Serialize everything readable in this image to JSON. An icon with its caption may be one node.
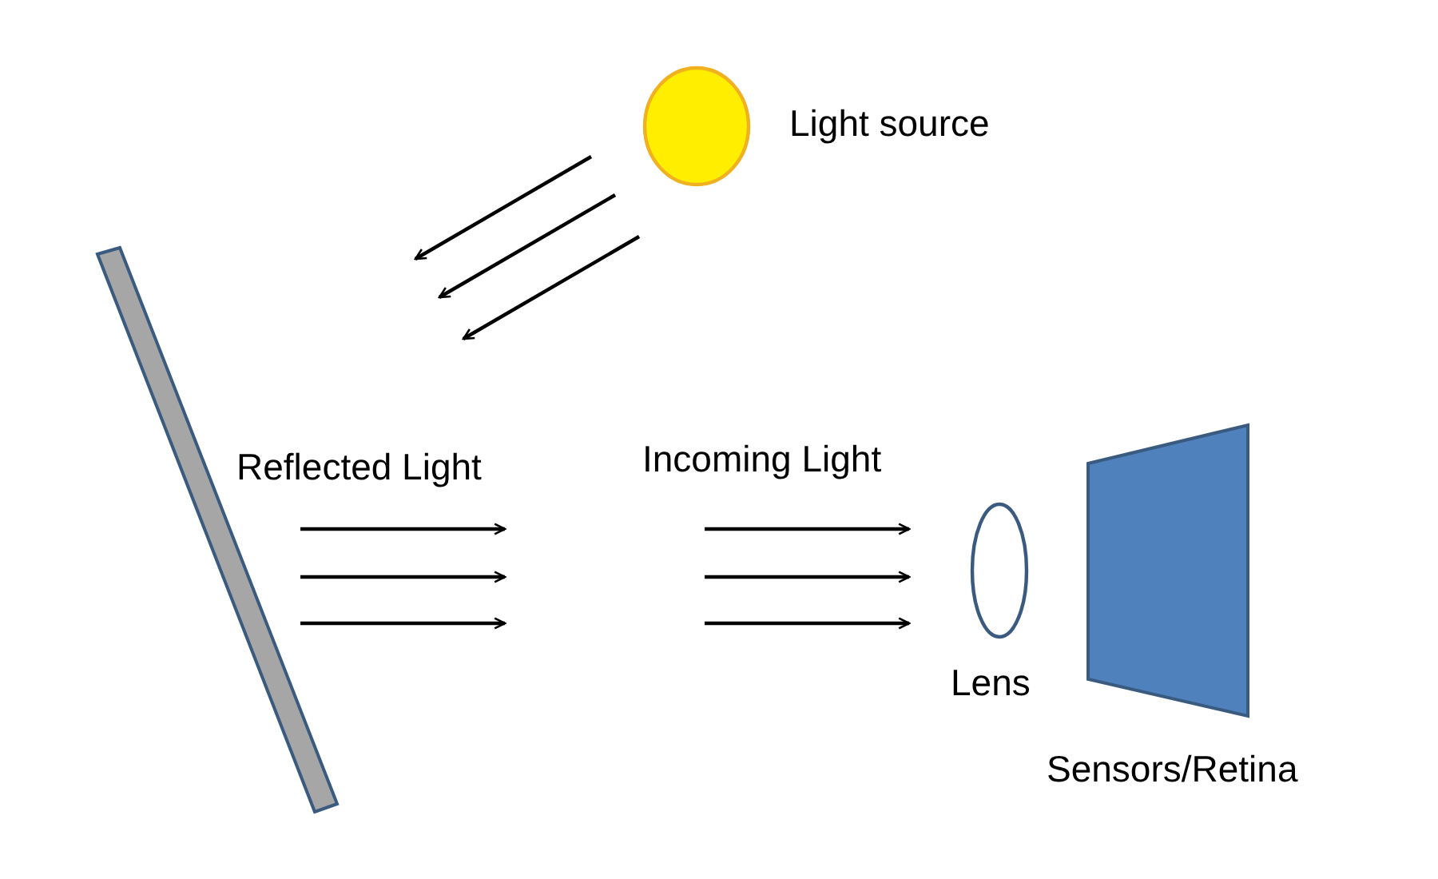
{
  "diagram": {
    "nodes": [
      {
        "text": [],
        "shape": "circle",
        "beside": [
          "Light source"
        ]
      },
      {
        "text": [],
        "shape": "bar"
      },
      {
        "text": [],
        "shape": "ellipse",
        "beside": [
          "Lens"
        ]
      },
      {
        "text": [],
        "shape": "box",
        "beside": [
          "Sensors/Retina"
        ]
      }
    ],
    "labels": [
      "Reflected Light",
      "Incoming Light"
    ]
  }
}
